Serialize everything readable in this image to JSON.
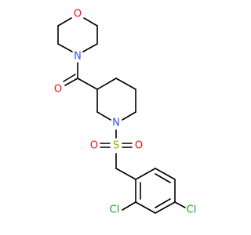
{
  "colors": {
    "bond": "#000000",
    "oxygen": "#ff0d0d",
    "nitrogen": "#3050f8",
    "sulfur": "#b2a000",
    "chlorine": "#1fa01f",
    "background": "#ffffff"
  },
  "atoms": {
    "morpholine_o": "O",
    "morpholine_n": "N",
    "carbonyl_o": "O",
    "piperidine_n": "N",
    "sulfonyl_s": "S",
    "sulfonyl_o_left": "O",
    "sulfonyl_o_right": "O",
    "cl_ortho": "Cl",
    "cl_para": "Cl"
  }
}
